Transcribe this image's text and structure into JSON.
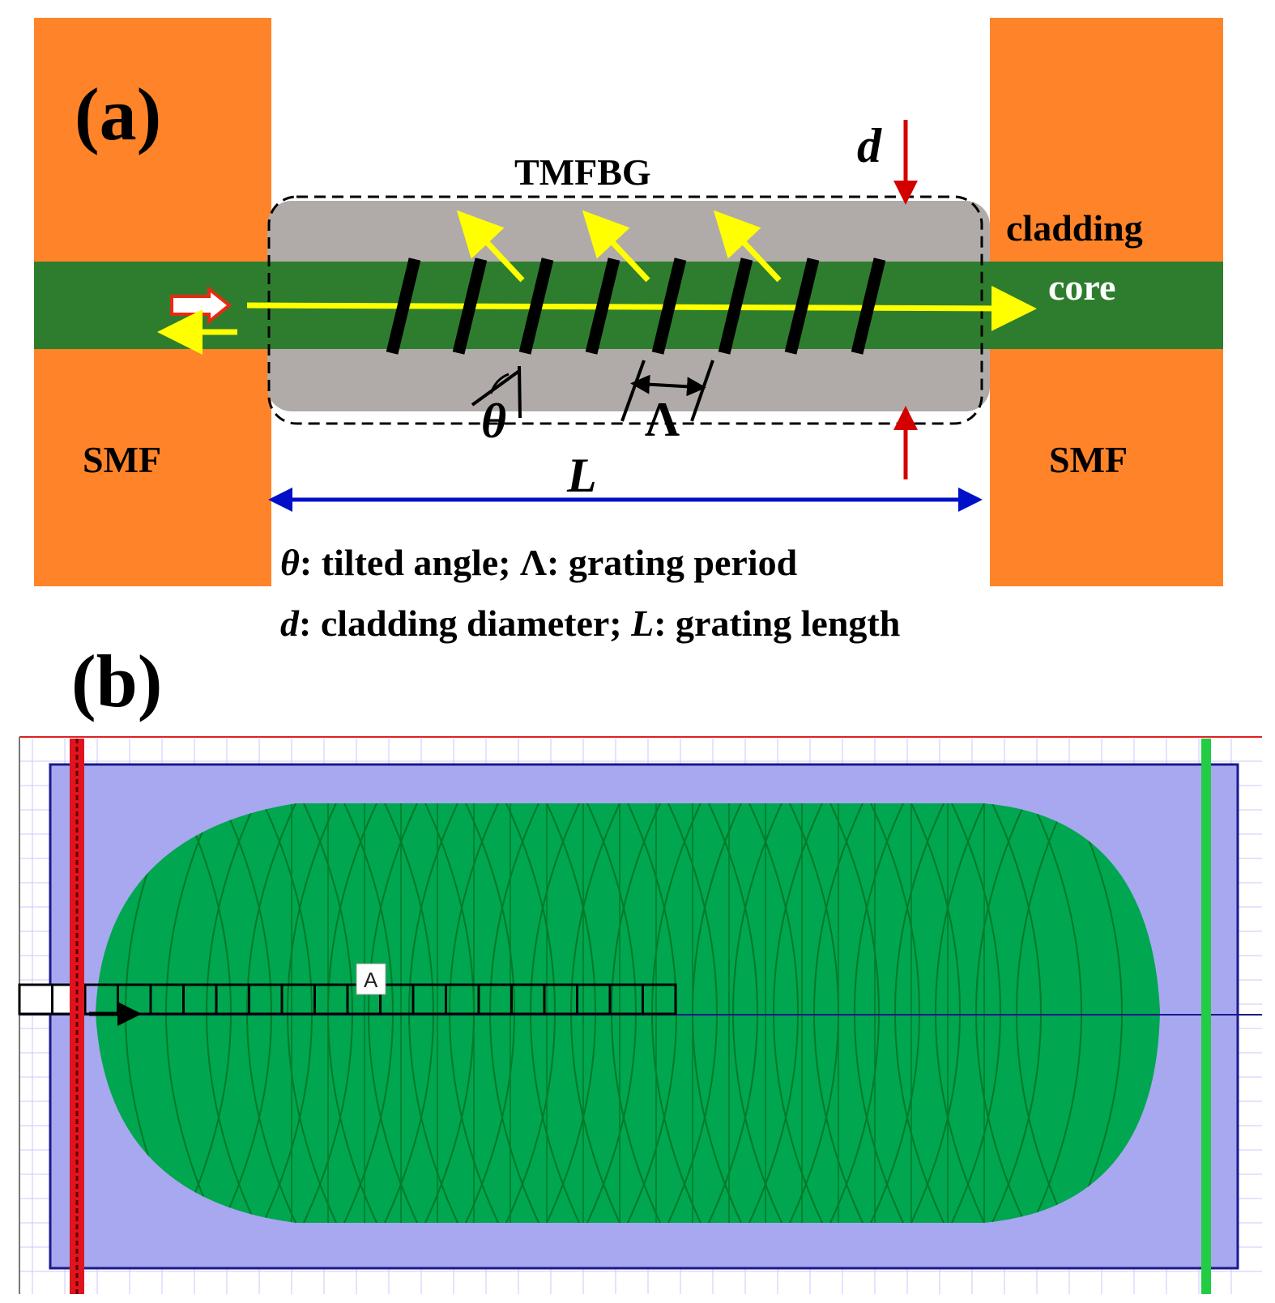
{
  "panel_a": {
    "label": "(a)",
    "device_label": "TMFBG",
    "cladding_label": "cladding",
    "core_label": "core",
    "smf_left": "SMF",
    "smf_right": "SMF",
    "d_symbol": "d",
    "L_symbol": "L",
    "theta_symbol": "θ",
    "lambda_symbol": "Λ",
    "legend_line1": {
      "sym1": "θ",
      "text1": ": tilted angle; ",
      "sym2": "Λ",
      "text2": ": grating period"
    },
    "legend_line2": {
      "sym1": "d",
      "text1": ": cladding diameter; ",
      "sym2": "L",
      "text2": ": grating length"
    },
    "grating_fringe_count": 8,
    "colors": {
      "smf": "#ff8429",
      "core": "#2e7d2e",
      "cladding": "#b0aba8",
      "light": "#ffff00",
      "d_arrow": "#d40000",
      "L_arrow": "#0010c8",
      "fringe": "#000000"
    }
  },
  "panel_b": {
    "label": "(b)",
    "badge": "A",
    "colors": {
      "background": "#a8a8f0",
      "waveguide": "#00a650",
      "contour": "#007a28",
      "source": "#e0141e",
      "monitor": "#22cc44",
      "grid": "#c8c8ff",
      "boundary": "#1a1a8c"
    }
  }
}
